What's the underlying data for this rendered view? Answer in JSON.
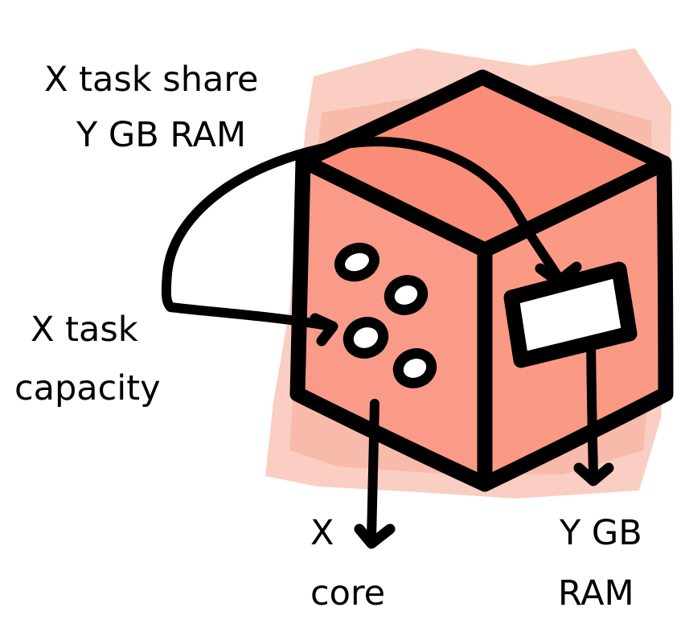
{
  "labels": {
    "task_share_line1": "X task share",
    "task_share_line2": "Y GB RAM",
    "task_capacity_line1": "X task",
    "task_capacity_line2": "capacity",
    "core_line1": "X",
    "core_line2": "core",
    "ram_line1": "Y GB",
    "ram_line2": "RAM"
  },
  "colors": {
    "wash_light": "#f9c9bd",
    "wash_mid": "#f7b3a3",
    "face_front": "#f99b88",
    "face_right": "#fa9a84",
    "face_top": "#fa8d78",
    "ink": "#000000",
    "paper": "#ffffff"
  },
  "icons": [
    "cube-server-icon",
    "cpu-core-dots-icon",
    "ram-slot-icon",
    "arrow-icon"
  ]
}
